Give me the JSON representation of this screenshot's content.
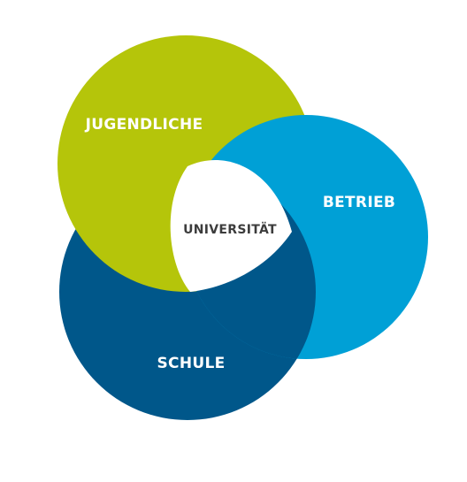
{
  "diagram": {
    "circles": {
      "jugendliche": {
        "label": "JUGENDLICHE",
        "color": "#b5c50a"
      },
      "betrieb": {
        "label": "BETRIEB",
        "color": "#00a0d6"
      },
      "schule": {
        "label": "SCHULE",
        "color": "#00578a"
      }
    },
    "center": {
      "label": "UNIVERSITÄT",
      "color": "#ffffff",
      "text_color": "#3c3c3c"
    }
  }
}
